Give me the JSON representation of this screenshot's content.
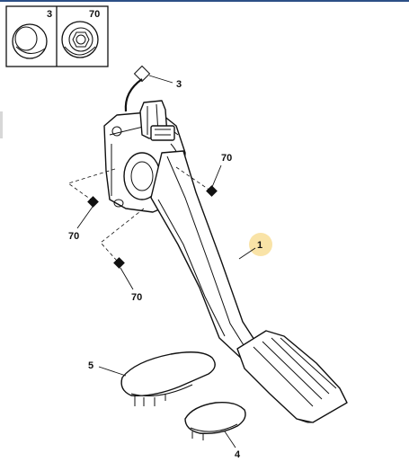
{
  "legend": {
    "cells": [
      {
        "ref": "3",
        "icon": "grommet-cap-icon"
      },
      {
        "ref": "70",
        "icon": "flanged-nut-icon"
      }
    ]
  },
  "callouts": {
    "sensor_clip": "3",
    "nut_right": "70",
    "nut_left": "70",
    "nut_bottom": "70",
    "pedal_assembly": "1",
    "pad_large": "5",
    "pad_small": "4"
  },
  "colors": {
    "highlight": "#f7d98a",
    "top_rule": "#2c4f86"
  }
}
